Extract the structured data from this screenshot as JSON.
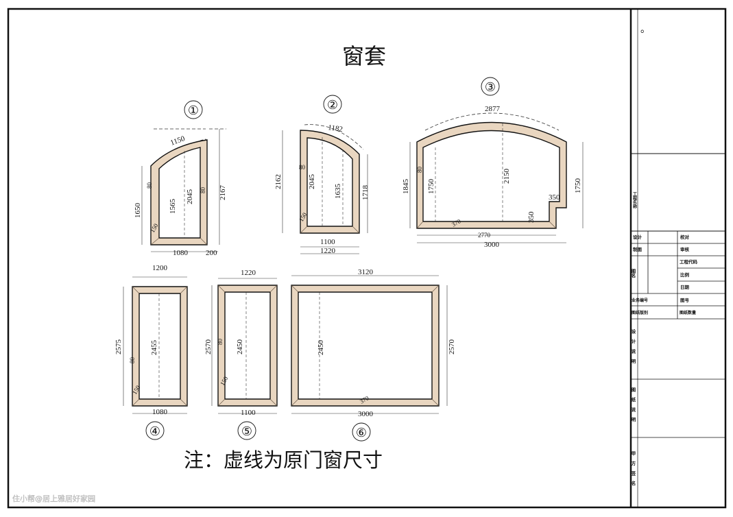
{
  "title": "窗套",
  "note": "注：虚线为原门窗尺寸",
  "corner_mark": "。",
  "watermark": "住小帮@居上雅居好家园",
  "title_block": {
    "project_name": "工程名称",
    "design": "设计",
    "check": "校对",
    "drawing": "制图",
    "review": "审核",
    "drawing_name": "图名",
    "project_code": "工程代码",
    "scale": "比例",
    "date": "日期",
    "business_no": "业务编号",
    "drawing_no": "图号",
    "drawing_version": "图纸版别",
    "drawing_count": "图纸数量",
    "design_notes": "设计说明",
    "drawing_notes": "图纸说明",
    "sign": "甲方签名"
  },
  "windows": [
    {
      "id": "①",
      "dims": {
        "arc": "1150",
        "left": "1650",
        "inner_left": "1565",
        "inner_right": "2045",
        "right": "2167",
        "bottom": "1080",
        "bottom_ext": "200",
        "frame_a": "80",
        "frame_b": "150"
      }
    },
    {
      "id": "②",
      "dims": {
        "arc": "1182",
        "left": "2162",
        "inner_left": "2045",
        "inner_right": "1635",
        "right": "1718",
        "bottom_inner": "1100",
        "bottom_outer": "1220",
        "frame_a": "80",
        "frame_b": "150"
      }
    },
    {
      "id": "③",
      "dims": {
        "arc": "2877",
        "left": "1845",
        "inner_left": "1750",
        "center": "2150",
        "right": "1750",
        "step_w": "350",
        "step_h": "350",
        "bottom_inner": "2770",
        "bottom_outer": "3000",
        "frame_a": "80",
        "frame_b": "370"
      }
    },
    {
      "id": "④",
      "dims": {
        "top": "1200",
        "left": "2575",
        "inner": "2455",
        "bottom": "1080",
        "frame_a": "80",
        "frame_b": "150"
      }
    },
    {
      "id": "⑤",
      "dims": {
        "top": "1220",
        "left": "2570",
        "inner": "2450",
        "bottom": "1100",
        "frame_a": "80",
        "frame_b": "150"
      }
    },
    {
      "id": "⑥",
      "dims": {
        "top": "3120",
        "inner": "2450",
        "right": "2570",
        "bottom": "3000",
        "frame_b": "370"
      }
    }
  ]
}
